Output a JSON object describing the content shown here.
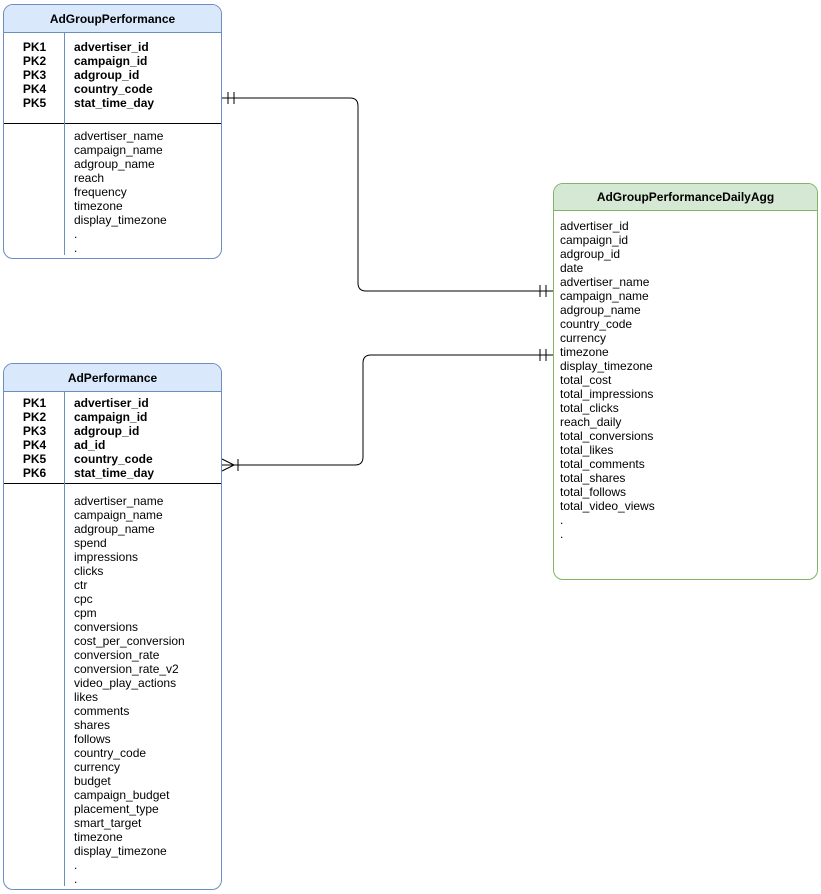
{
  "colors": {
    "blue_fill": "#dae8fc",
    "blue_stroke": "#6c8ebf",
    "green_fill": "#d5e8d4",
    "green_stroke": "#82b366",
    "connector": "#000000"
  },
  "tables": {
    "adgroup_performance": {
      "title": "AdGroupPerformance",
      "pk_rows": [
        {
          "key": "PK1",
          "field": "advertiser_id"
        },
        {
          "key": "PK2",
          "field": "campaign_id"
        },
        {
          "key": "PK3",
          "field": "adgroup_id"
        },
        {
          "key": "PK4",
          "field": "country_code"
        },
        {
          "key": "PK5",
          "field": "stat_time_day"
        }
      ],
      "fields": [
        "advertiser_name",
        "campaign_name",
        "adgroup_name",
        "reach",
        "frequency",
        "timezone",
        "display_timezone",
        ".",
        "."
      ]
    },
    "ad_performance": {
      "title": "AdPerformance",
      "pk_rows": [
        {
          "key": "PK1",
          "field": "advertiser_id"
        },
        {
          "key": "PK2",
          "field": "campaign_id"
        },
        {
          "key": "PK3",
          "field": "adgroup_id"
        },
        {
          "key": "PK4",
          "field": "ad_id"
        },
        {
          "key": "PK5",
          "field": "country_code"
        },
        {
          "key": "PK6",
          "field": "stat_time_day"
        }
      ],
      "fields": [
        "advertiser_name",
        "campaign_name",
        "adgroup_name",
        "spend",
        "impressions",
        "clicks",
        "ctr",
        "cpc",
        "cpm",
        "conversions",
        "cost_per_conversion",
        "conversion_rate",
        "conversion_rate_v2",
        "video_play_actions",
        "likes",
        "comments",
        "shares",
        "follows",
        "country_code",
        "currency",
        "budget",
        "campaign_budget",
        "placement_type",
        "smart_target",
        "timezone",
        "display_timezone",
        ".",
        "."
      ]
    },
    "adgroup_performance_daily_agg": {
      "title": "AdGroupPerformanceDailyAgg",
      "fields": [
        "advertiser_id",
        "campaign_id",
        "adgroup_id",
        "date",
        "advertiser_name",
        "campaign_name",
        "adgroup_name",
        "country_code",
        "currency",
        "timezone",
        "display_timezone",
        "total_cost",
        "total_impressions",
        "total_clicks",
        "reach_daily",
        "total_conversions",
        "total_likes",
        "total_comments",
        "total_shares",
        "total_follows",
        "total_video_views",
        ".",
        "."
      ]
    }
  },
  "relationships": [
    {
      "from": "AdGroupPerformance",
      "to": "AdGroupPerformanceDailyAgg",
      "from_cardinality": "one",
      "to_cardinality": "one"
    },
    {
      "from": "AdPerformance",
      "to": "AdGroupPerformanceDailyAgg",
      "from_cardinality": "many",
      "to_cardinality": "one"
    }
  ]
}
